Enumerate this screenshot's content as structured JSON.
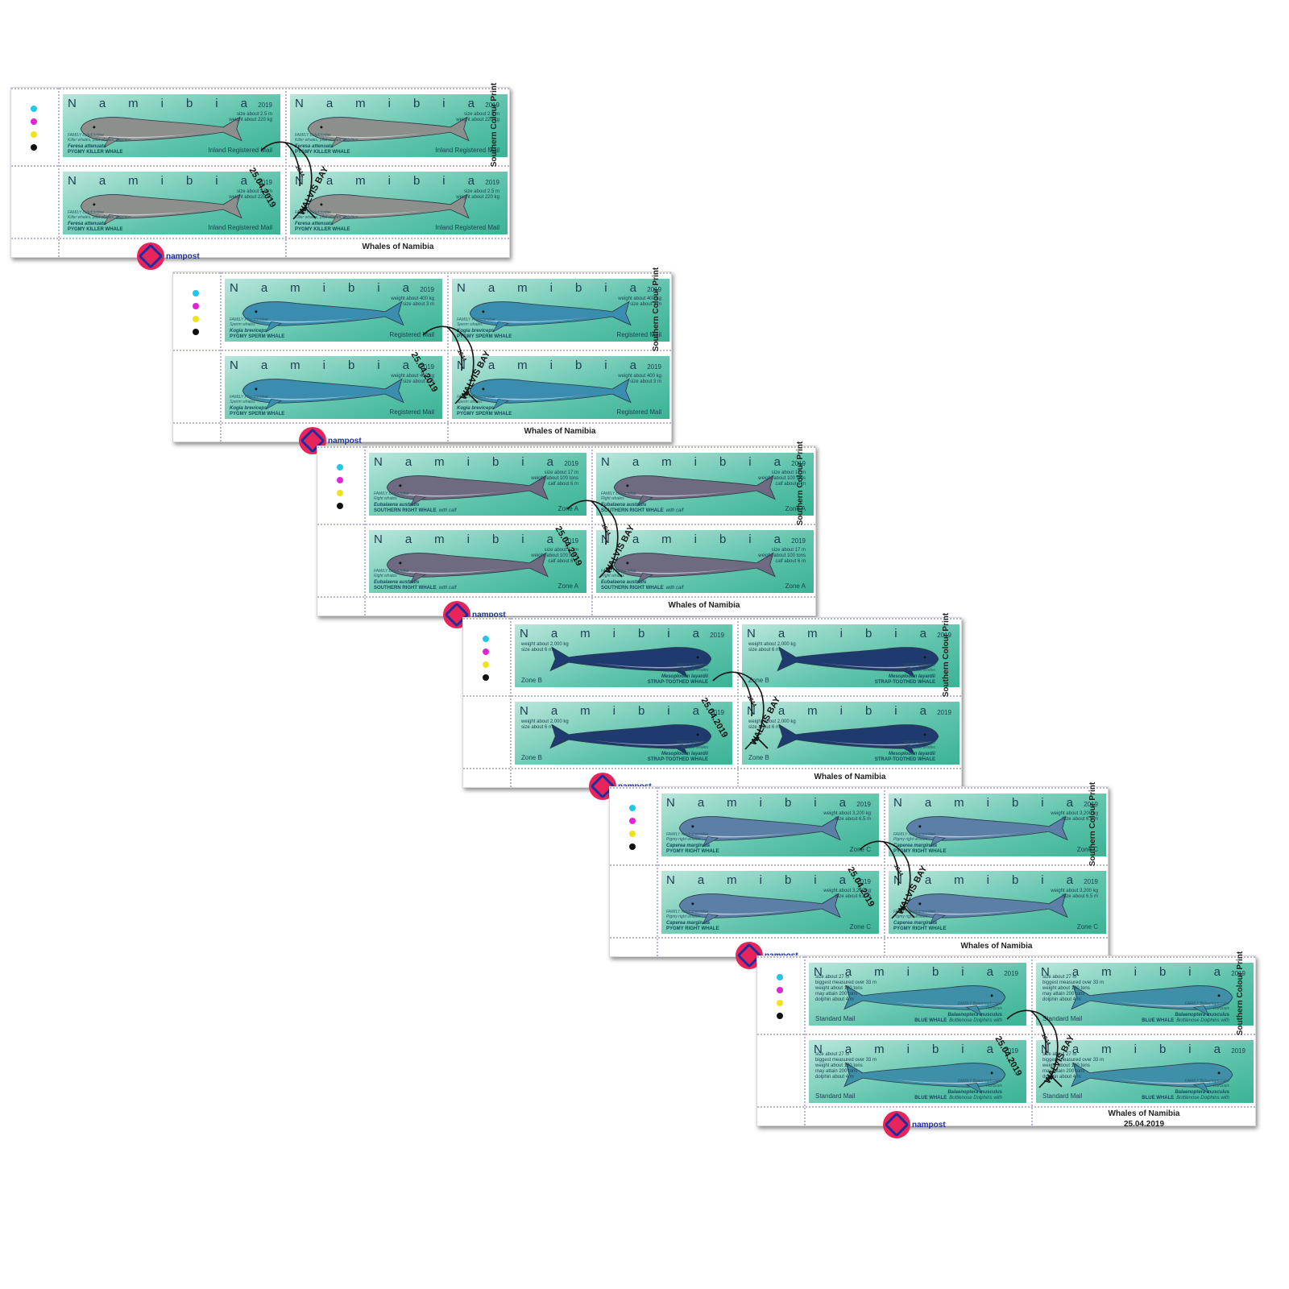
{
  "common": {
    "country": [
      "N",
      "a",
      "m",
      "i",
      "b",
      "i",
      "a"
    ],
    "year": "2019",
    "series_title": "Whales of Namibia",
    "printer": "Southern Colour Print",
    "logo_text": "nampost",
    "issue_date": "25.04.2019",
    "cancel_date": "25.04.2019",
    "cancel_place": "WALVIS BAY",
    "cancel_number": "1844"
  },
  "colors": {
    "registration_dots": [
      "#22c7e8",
      "#e324d6",
      "#f0e21a",
      "#111111"
    ],
    "stamp_background": "#5fc4ab",
    "logo_red": "#e8245a",
    "logo_blue": "#1d2f9e"
  },
  "sheets": [
    {
      "stats": "size about 2.5 m\nweight about 220 kg",
      "family": "FAMILY Delphinidae\nKiller whales, pilot whales, dolphins",
      "species": "Feresa attenuata",
      "common_name": "PYGMY KILLER WHALE",
      "denomination": "Inland Registered Mail",
      "whale_color": "#8c8f8c"
    },
    {
      "stats": "weight about 400 kg\nsize about 3 m",
      "family": "FAMILY Physeteridae\nSperm whales",
      "species": "Kogia breviceps",
      "common_name": "PYGMY SPERM WHALE",
      "denomination": "Registered Mail",
      "whale_color": "#3b8db0"
    },
    {
      "stats": "size about 17 m\nweight about 100 tons\ncalf about 6 m",
      "family": "FAMILY Balaenidae\nRight whales",
      "species": "Eubalaena australis",
      "common_name": "SOUTHERN RIGHT WHALE",
      "common_extra": "with calf",
      "denomination": "Zone A",
      "whale_color": "#6e6a80"
    },
    {
      "stats": "weight about 2,000 kg\nsize about 6 m",
      "family": "FAMILY Ziphiidae\nBeaked whales",
      "species": "Mesoplodon layardii",
      "common_name": "STRAP-TOOTHED WHALE",
      "denomination": "Zone B",
      "whale_color": "#1f3a6e"
    },
    {
      "stats": "weight about 3,200 kg\nSize about 6.5 m",
      "family": "FAMILY Neobalaenidae\nPigmy right whales",
      "species": "Caperea marginata",
      "common_name": "PYGMY RIGHT WHALE",
      "denomination": "Zone C",
      "whale_color": "#5b7fa6"
    },
    {
      "stats": "size about 27 m\nbiggest measured over 33 m\nweight about 180 tons\nmay attain 200 tons\ndolphin about 4 m",
      "family": "FAMILY Balaenopteridae\nRorquals",
      "species": "Balaenoptera musculus",
      "common_name": "BLUE WHALE",
      "common_extra": "Bottlenose Dolphins with",
      "denomination": "Standard Mail",
      "whale_color": "#3f8fa8"
    }
  ]
}
